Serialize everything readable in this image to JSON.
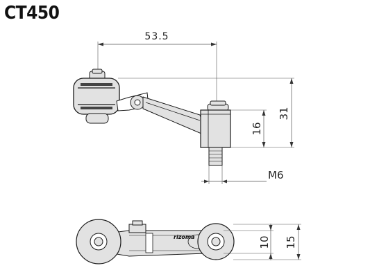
{
  "title": "CT450",
  "dimensions": {
    "width": "53.5",
    "height_total": "31",
    "height_lower": "16",
    "thread": "M6",
    "bottom_inner": "10",
    "bottom_outer": "15"
  },
  "brand": "rizoma",
  "colors": {
    "line": "#1a1a1a",
    "dim_line": "#555555",
    "part_fill": "#e2e2e2",
    "dark": "#111111"
  }
}
